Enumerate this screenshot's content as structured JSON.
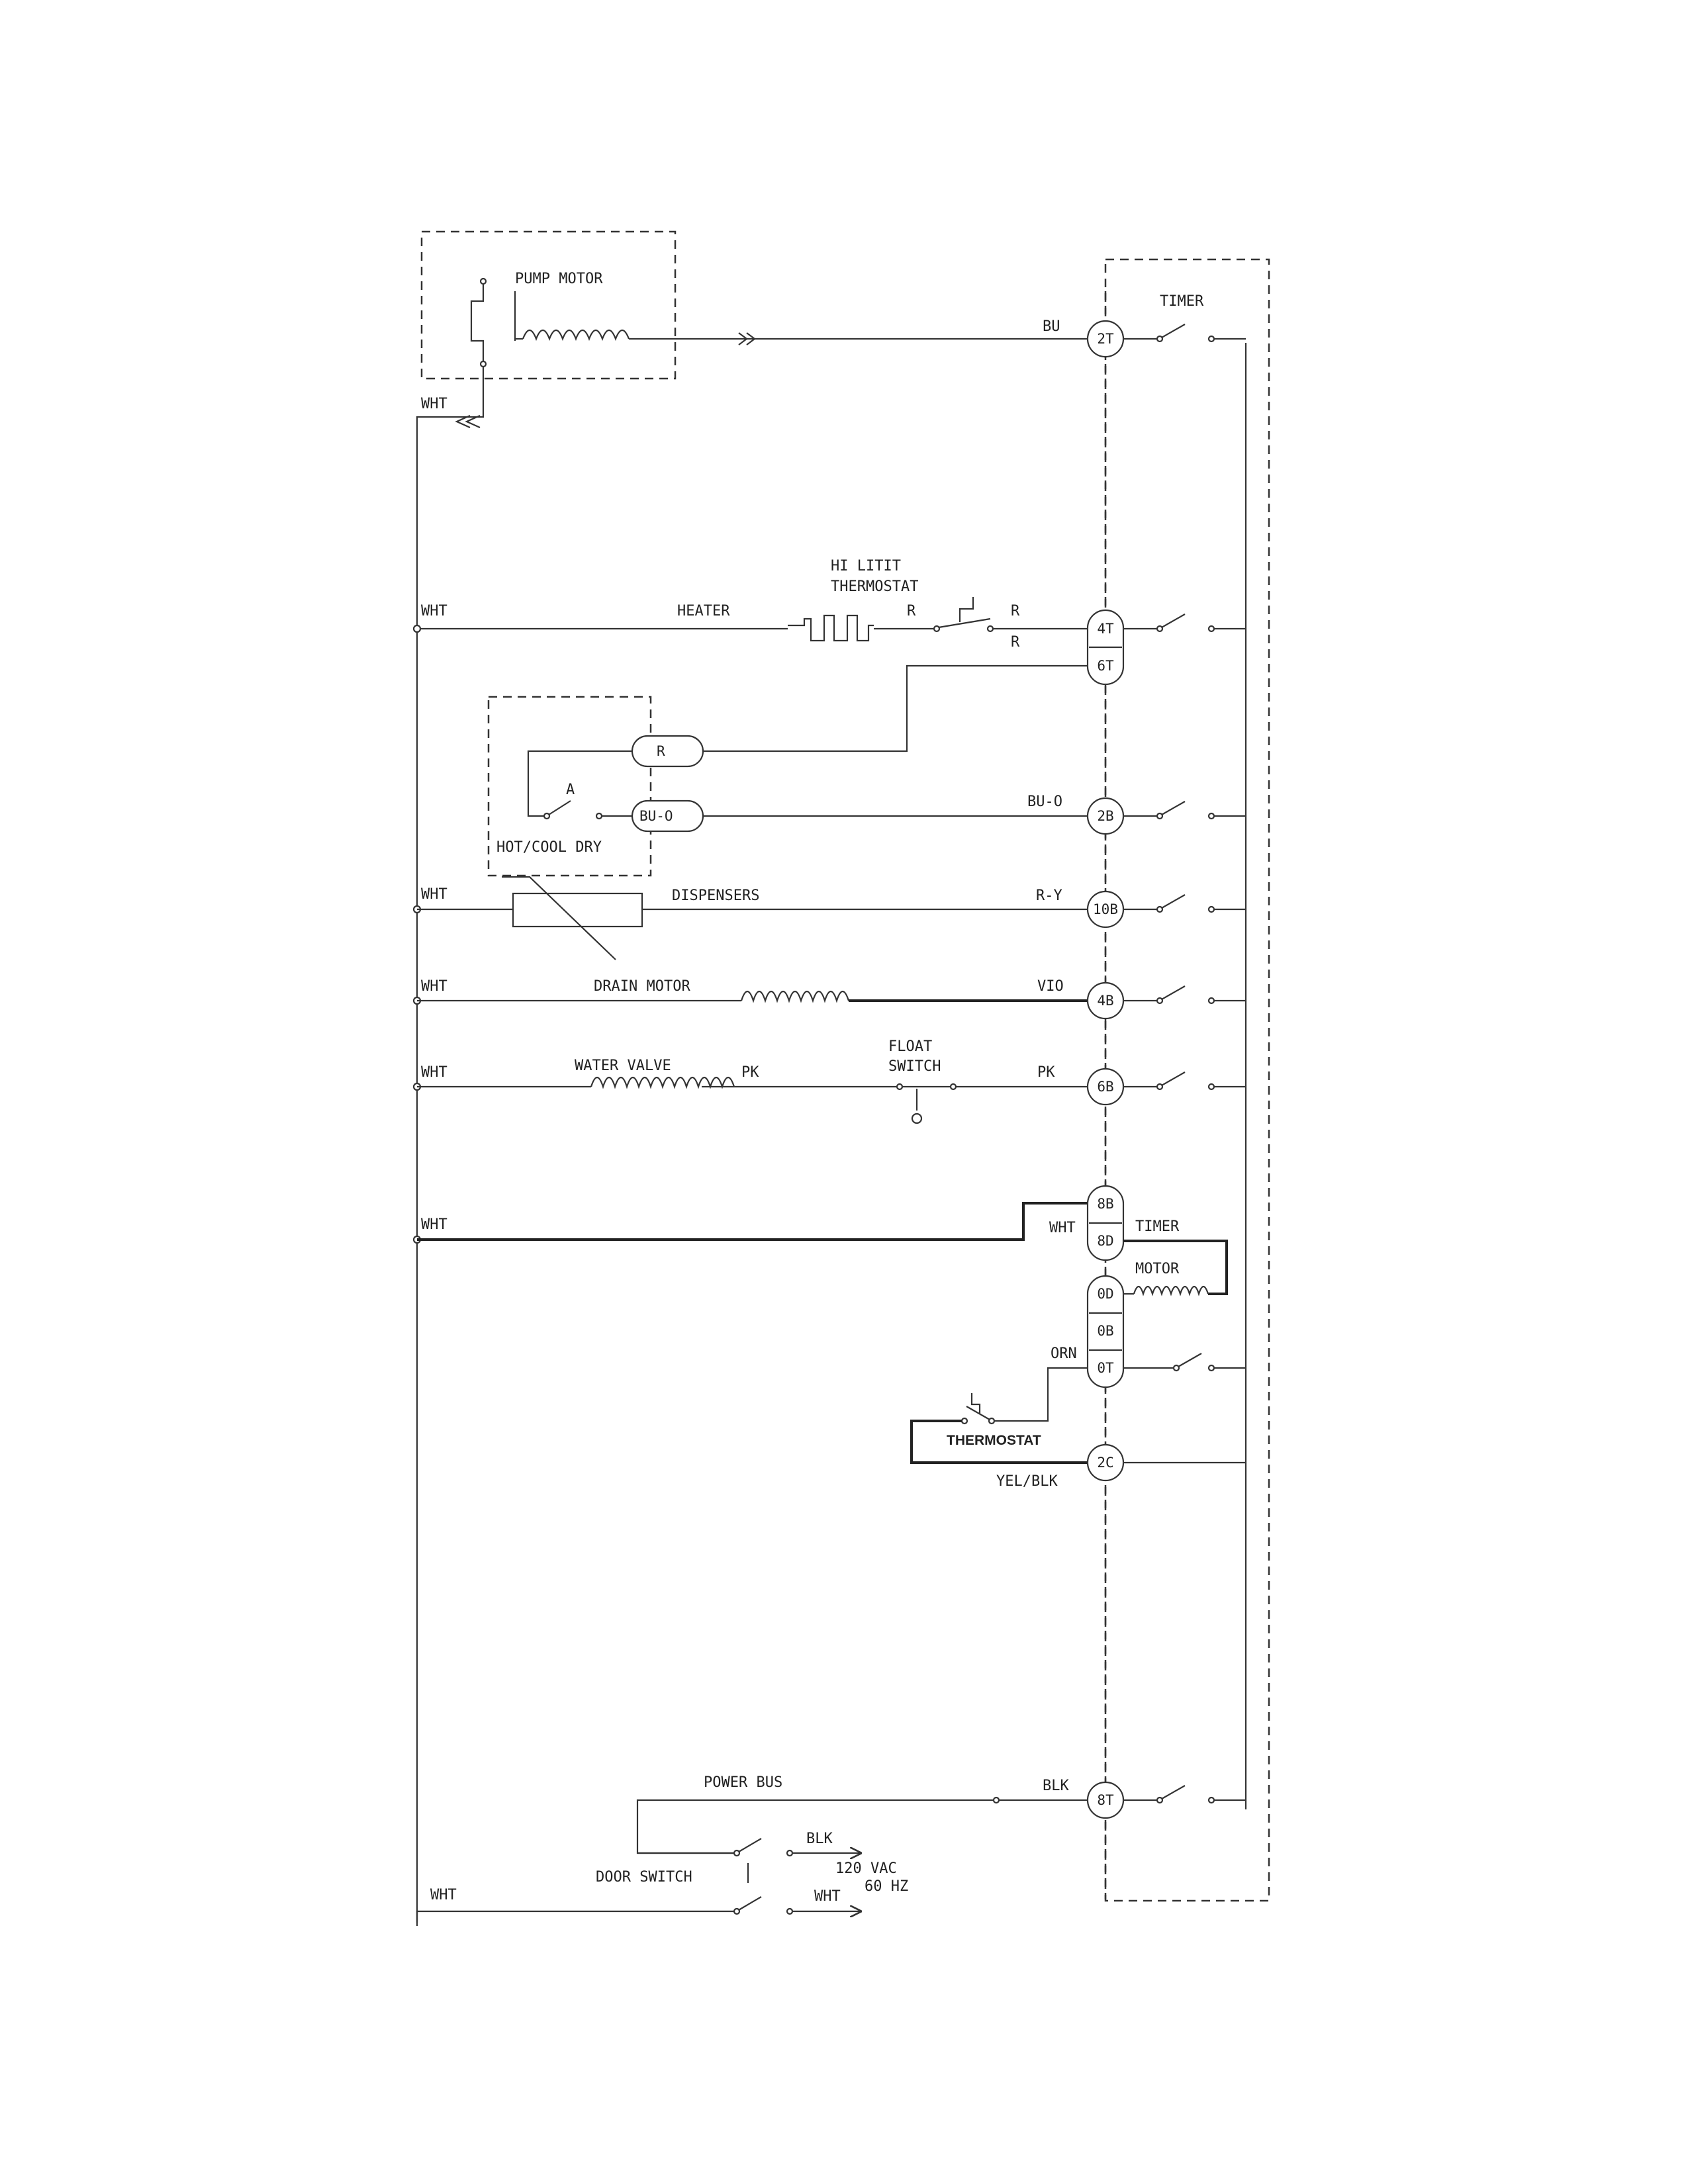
{
  "components": {
    "pump_motor": "PUMP MOTOR",
    "timer": "TIMER",
    "hi_limit_thermostat_line1": "HI LITIT",
    "hi_limit_thermostat_line2": "THERMOSTAT",
    "heater": "HEATER",
    "hot_cool_dry": "HOT/COOL DRY",
    "switch_a": "A",
    "dispensers": "DISPENSERS",
    "drain_motor": "DRAIN MOTOR",
    "water_valve": "WATER VALVE",
    "float_switch_line1": "FLOAT",
    "float_switch_line2": "SWITCH",
    "timer_motor_line1": "TIMER",
    "timer_motor_line2": "MOTOR",
    "thermostat": "THERMOSTAT",
    "power_bus": "POWER BUS",
    "door_switch": "DOOR SWITCH",
    "supply_line1": "120 VAC",
    "supply_line2": "60 HZ"
  },
  "wires": {
    "wht": "WHT",
    "bu": "BU",
    "r": "R",
    "bu_o": "BU-O",
    "r_y": "R-Y",
    "vio": "VIO",
    "pk": "PK",
    "orn": "ORN",
    "yel_blk": "YEL/BLK",
    "blk": "BLK"
  },
  "terminals": {
    "t2T": "2T",
    "t4T": "4T",
    "t6T": "6T",
    "t2B": "2B",
    "t10B": "10B",
    "t4B": "4B",
    "t6B": "6B",
    "t8B": "8B",
    "t8D": "8D",
    "t0D": "0D",
    "t0B": "0B",
    "t0T": "0T",
    "t2C": "2C",
    "t8T": "8T",
    "plug_r": "R",
    "plug_bu_o": "BU-O"
  }
}
